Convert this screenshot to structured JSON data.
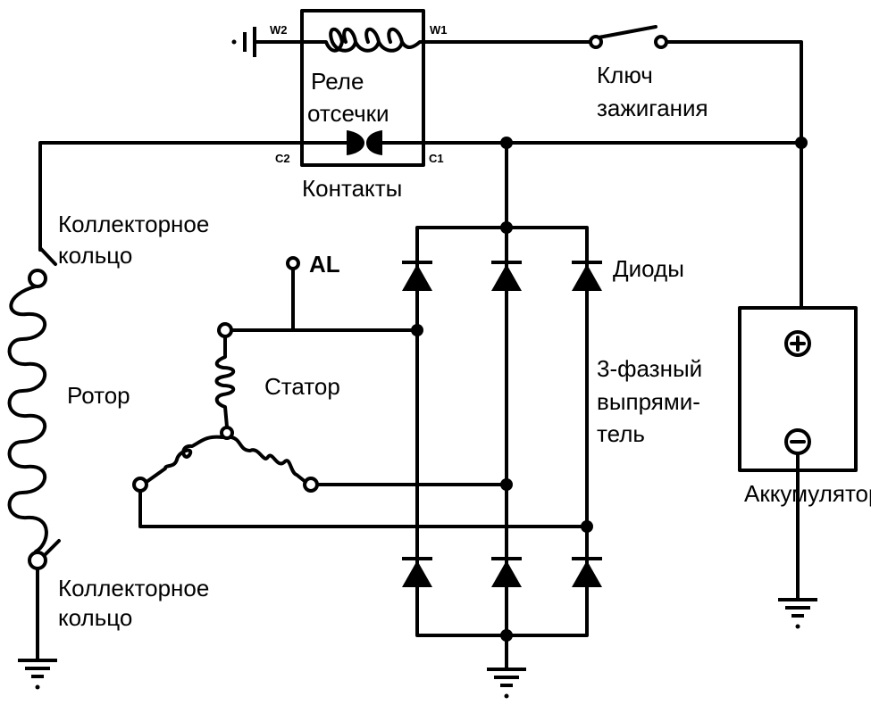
{
  "labels": {
    "w2": "W2",
    "w1": "W1",
    "c2": "C2",
    "c1": "C1",
    "relay_line1": "Реле",
    "relay_line2": "отсечки",
    "contacts": "Контакты",
    "ignition_line1": "Ключ",
    "ignition_line2": "зажигания",
    "slip_ring_top_line1": "Коллекторное",
    "slip_ring_top_line2": "кольцо",
    "rotor": "Ротор",
    "slip_ring_bottom_line1": "Коллекторное",
    "slip_ring_bottom_line2": "кольцо",
    "al": "AL",
    "stator": "Статор",
    "diodes": "Диоды",
    "rectifier_line1": "3-фазный",
    "rectifier_line2": "выпрями-",
    "rectifier_line3": "тель",
    "battery": "Аккумулятор"
  },
  "colors": {
    "ink": "#000000",
    "paper": "#ffffff"
  }
}
